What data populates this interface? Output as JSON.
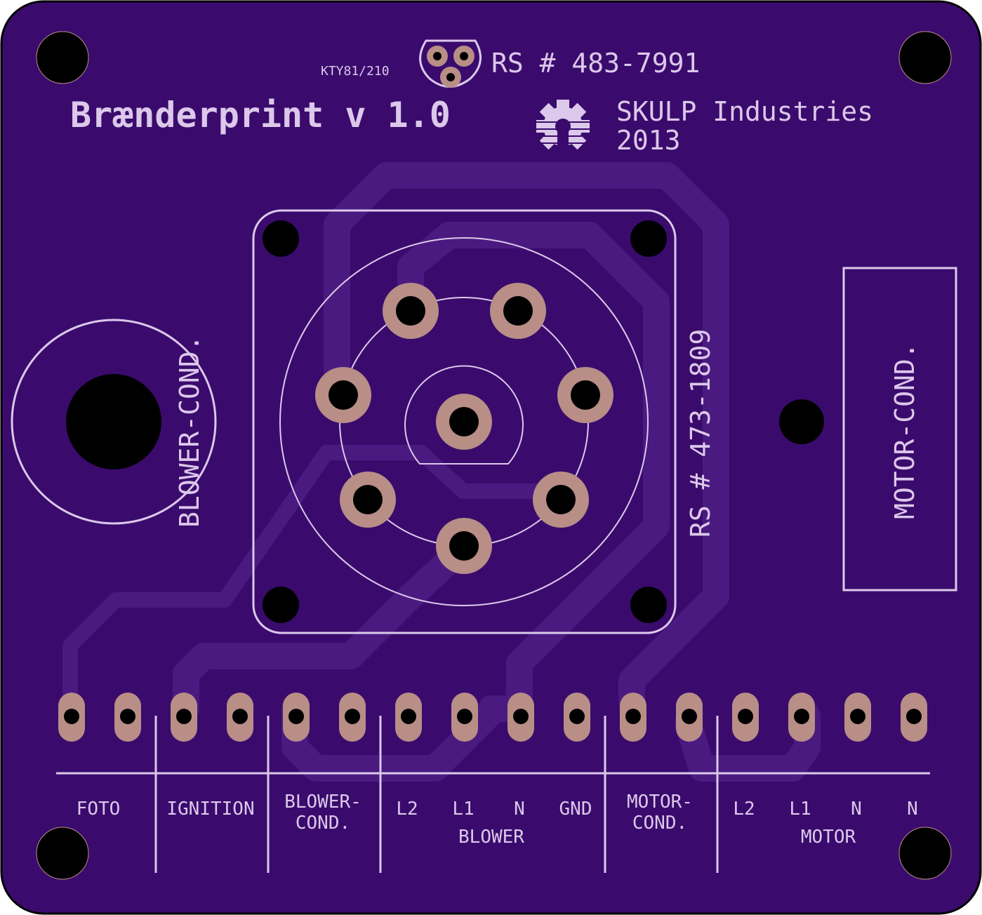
{
  "title": "Brænderprint v 1.0",
  "sensor": {
    "part": "KTY81/210",
    "order_no": "RS # 483-7991"
  },
  "company": {
    "name": "SKULP Industries",
    "year": "2013"
  },
  "socket_order_no": "RS # 473-1809",
  "blower_cond_label": "BLOWER-COND.",
  "motor_cond_label": "MOTOR-COND.",
  "terminals": [
    {
      "label": "FOTO"
    },
    {
      "label": "IGNITION"
    },
    {
      "label": "BLOWER-",
      "label2": "COND."
    },
    {
      "label": "L2"
    },
    {
      "label": "L1"
    },
    {
      "label": "N"
    },
    {
      "label": "GND"
    },
    {
      "label": "MOTOR-",
      "label2": "COND."
    },
    {
      "label": "L2"
    },
    {
      "label": "L1"
    },
    {
      "label": "N"
    },
    {
      "label": "N"
    }
  ],
  "groups": {
    "blower": "BLOWER",
    "motor": "MOTOR"
  },
  "colors": {
    "board": "#3a0b6d",
    "trace": "#4a1a80",
    "silkscreen": "#dcc8ea",
    "pad": "#b88e86",
    "hole": "#000000"
  }
}
